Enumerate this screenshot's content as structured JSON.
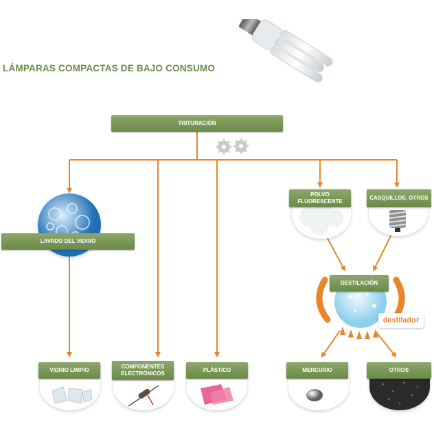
{
  "title": "LÁMPARAS COMPACTAS DE BAJO CONSUMO",
  "steps": {
    "trituracion": "TRITURACIÓN",
    "lavado": "LAVADO DEL VIDRIO",
    "polvo": "POLVO FLUORESCENTE",
    "casquillos": "CASQUILLOS, OTROS",
    "destilacion": "DESTILACIÓN",
    "destilador": "destilador"
  },
  "outputs": {
    "vidrio": "VIDRIO LIMPIO",
    "componentes": "COMPONENTES ELECTRÓNICOS",
    "plastico": "PLÁSTICO",
    "mercurio": "MERCURIO",
    "otros": "OTROS"
  },
  "colors": {
    "title": "#6b8a48",
    "box": "#7a9857",
    "arrow": "#e8852a",
    "destilador_text": "#e8852a"
  },
  "icons": [
    "cfl-bulb-icon",
    "gears-icon",
    "glass-bubbles-icon",
    "cotton-powder-icon",
    "screw-cap-icon",
    "flask-flame-icon",
    "glass-pieces-icon",
    "resistor-icon",
    "colored-plastic-icon",
    "mercury-drop-icon",
    "black-granules-icon"
  ]
}
